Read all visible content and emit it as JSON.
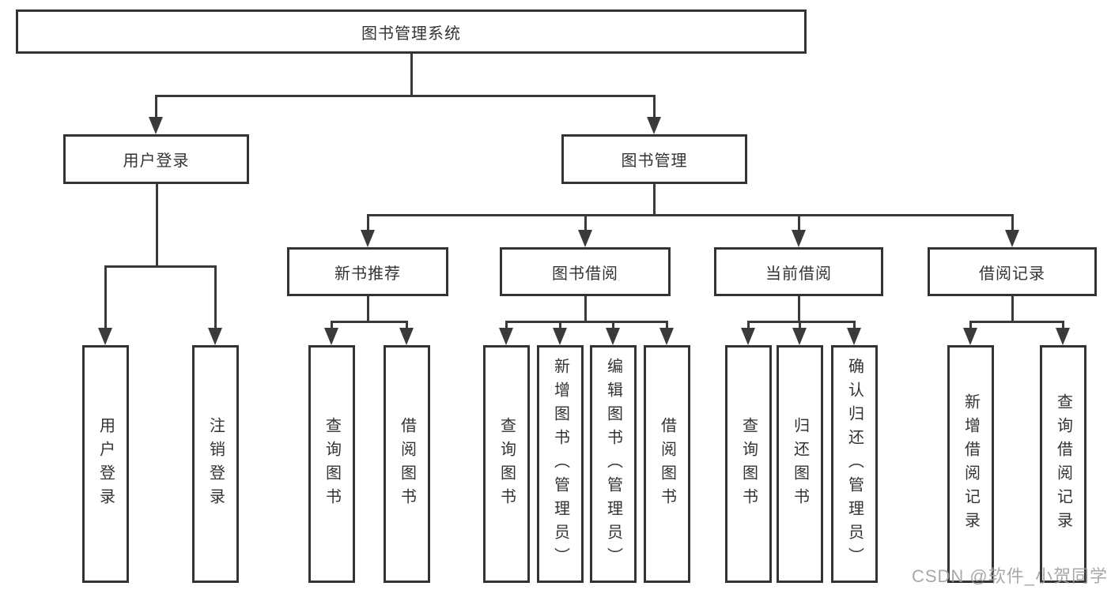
{
  "colors": {
    "line": "#3a3a3a",
    "border": "#333333",
    "text": "#333333",
    "background": "#ffffff",
    "watermark": "#9e9e9e"
  },
  "tree": {
    "root": {
      "label": "图书管理系统",
      "children": [
        {
          "label": "用户登录",
          "children": [
            {
              "label": "用户登录"
            },
            {
              "label": "注销登录"
            }
          ]
        },
        {
          "label": "图书管理",
          "children": [
            {
              "label": "新书推荐",
              "children": [
                {
                  "label": "查询图书"
                },
                {
                  "label": "借阅图书"
                }
              ]
            },
            {
              "label": "图书借阅",
              "children": [
                {
                  "label": "查询图书"
                },
                {
                  "label": "新增图书（管理员）"
                },
                {
                  "label": "编辑图书（管理员）"
                },
                {
                  "label": "借阅图书"
                }
              ]
            },
            {
              "label": "当前借阅",
              "children": [
                {
                  "label": "查询图书"
                },
                {
                  "label": "归还图书"
                },
                {
                  "label": "确认归还（管理员）"
                }
              ]
            },
            {
              "label": "借阅记录",
              "children": [
                {
                  "label": "新增借阅记录"
                },
                {
                  "label": "查询借阅记录"
                }
              ]
            }
          ]
        }
      ]
    }
  },
  "watermark": {
    "text": "CSDN @软件_小贺同学"
  }
}
